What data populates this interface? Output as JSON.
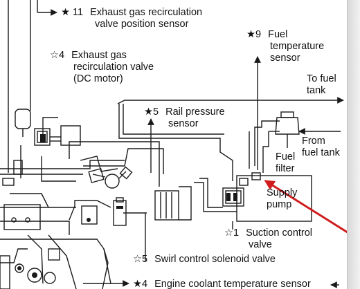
{
  "colors": {
    "line": "#1a1a1a",
    "arrow_annotation": "#d01c1c",
    "background": "#ffffff"
  },
  "labels": {
    "egr_position_sensor": {
      "mark": "★ 11",
      "line1": "Exhaust gas recirculation",
      "line2": "valve position sensor"
    },
    "egr_valve": {
      "mark": "☆4",
      "line1": "Exhaust gas",
      "line2": "recirculation valve",
      "line3": "(DC motor)"
    },
    "fuel_temperature_sensor": {
      "mark": "★9",
      "line1": "Fuel",
      "line2": "temperature",
      "line3": "sensor"
    },
    "to_fuel_tank": {
      "line1": "To fuel",
      "line2": "tank"
    },
    "rail_pressure_sensor": {
      "mark": "★5",
      "line1": "Rail pressure",
      "line2": "sensor"
    },
    "from_fuel_tank": {
      "line1": "From",
      "line2": "fuel tank"
    },
    "fuel_filter": {
      "line1": "Fuel",
      "line2": "filter"
    },
    "supply_pump": {
      "line1": "Supply",
      "line2": "pump"
    },
    "suction_control_valve": {
      "mark": "☆1",
      "line1": "Suction control",
      "line2": "valve"
    },
    "swirl_control_solenoid": {
      "mark": "☆5",
      "line1": "Swirl control solenoid valve"
    },
    "engine_coolant_temp_sensor": {
      "mark": "★4",
      "line1": "Engine coolant temperature sensor"
    }
  }
}
